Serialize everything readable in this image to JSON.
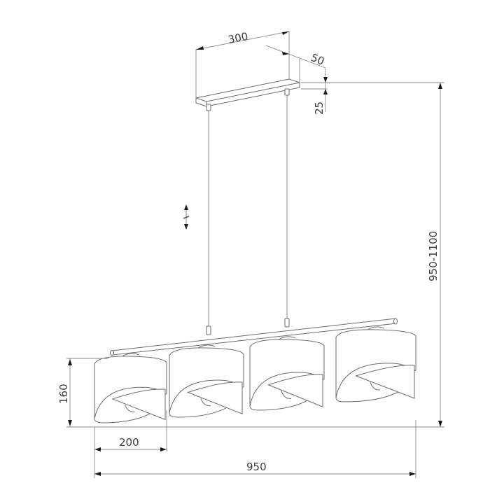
{
  "title": "Pendant lamp dimension drawing",
  "dimensions": {
    "canopy_length": "300",
    "canopy_width": "50",
    "canopy_height": "25",
    "total_height": "950-1100",
    "shade_height": "160",
    "shade_diameter": "200",
    "total_length": "950"
  },
  "adjustable_marker": "adjustable-height",
  "lamp": {
    "shade_count": 4,
    "suspension_wires": 2
  },
  "colors": {
    "line": "#6b6b6b",
    "arrow": "#1a1a1a",
    "text": "#3c3c3c"
  }
}
